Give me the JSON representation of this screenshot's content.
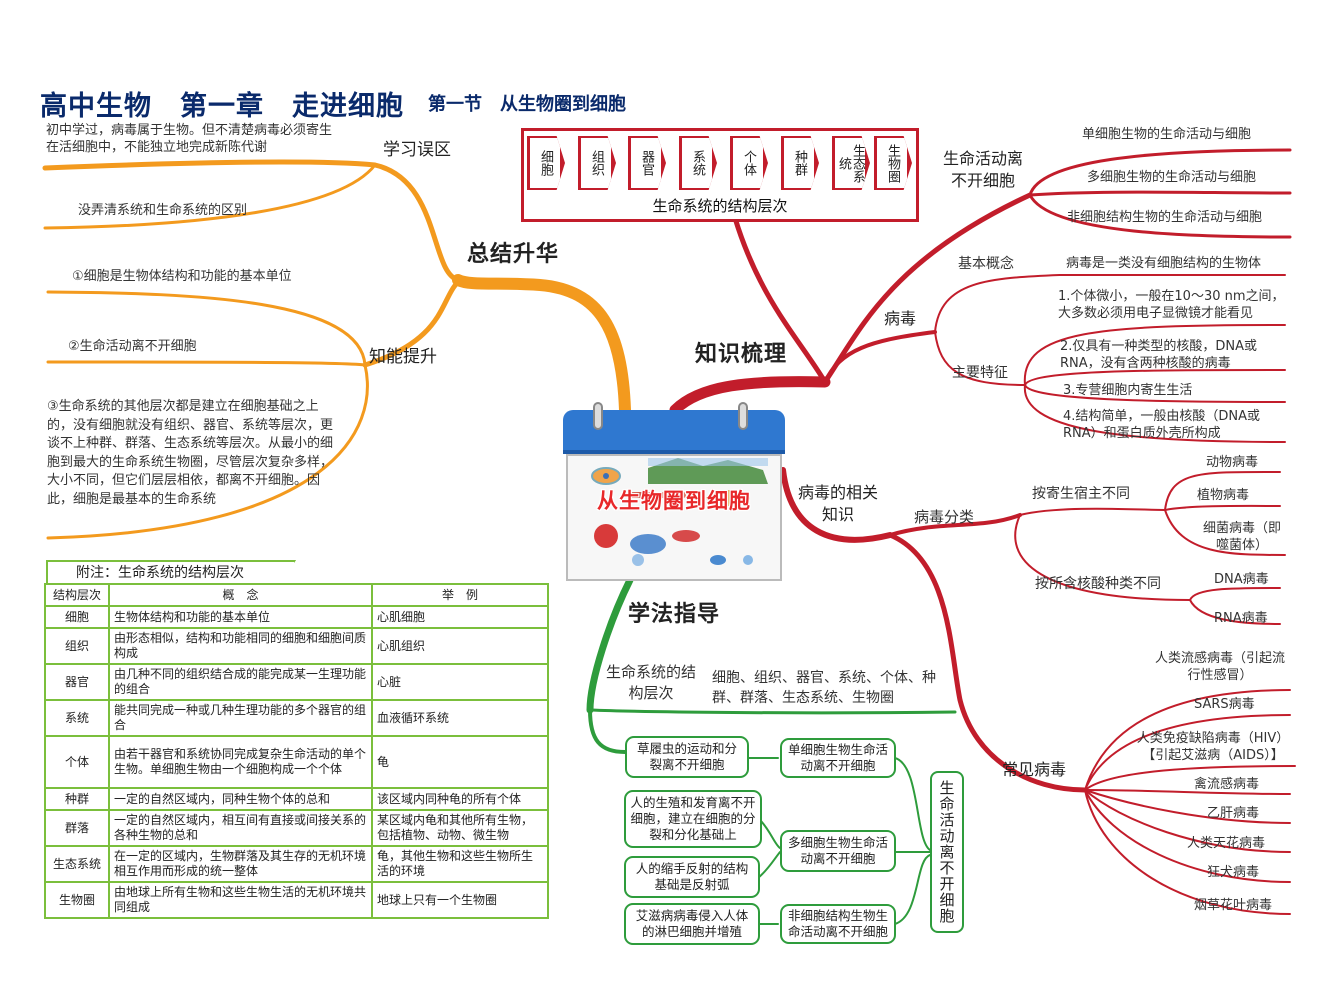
{
  "header": {
    "title": "高中生物　第一章　走进细胞",
    "subtitle": "第一节　从生物圈到细胞"
  },
  "center": {
    "label": "从生物圈到细胞"
  },
  "summary": {
    "title": "总结升华",
    "mistakes": {
      "title": "学习误区",
      "items": [
        "初中学过，病毒属于生物。但不清楚病毒必须寄生在活细胞中，不能独立地完成新陈代谢",
        "没弄清系统和生命系统的区别"
      ]
    },
    "improve": {
      "title": "知能提升",
      "items": [
        "①细胞是生物体结构和功能的基本单位",
        "②生命活动离不开细胞",
        "③生命系统的其他层次都是建立在细胞基础之上的，没有细胞就没有组织、器官、系统等层次，更谈不上种群、群落、生态系统等层次。从最小的细胞到最大的生命系统生物圈，尽管层次复杂多样，大小不同，但它们层层相依，都离不开细胞。因此，细胞是最基本的生命系统"
      ]
    }
  },
  "hierarchy": {
    "items": [
      "细胞",
      "组织",
      "器官",
      "系统",
      "个体",
      "种群",
      "生态系统",
      "生物圈"
    ],
    "caption": "生命系统的结构层次"
  },
  "knowledge": {
    "title": "知识梳理",
    "life_activity": {
      "title": "生命活动离不开细胞",
      "items": [
        "单细胞生物的生命活动与细胞",
        "多细胞生物的生命活动与细胞",
        "非细胞结构生物的生命活动与细胞"
      ]
    },
    "virus": {
      "title": "病毒",
      "basic_concept": {
        "label": "基本概念",
        "text": "病毒是一类没有细胞结构的生物体"
      },
      "features": {
        "label": "主要特征",
        "items": [
          "1.个体微小，一般在10～30 nm之间，大多数必须用电子显微镜才能看见",
          "2.仅具有一种类型的核酸，DNA或RNA，没有含两种核酸的病毒",
          "3.专营细胞内寄生生活",
          "4.结构简单，一般由核酸（DNA或RNA）和蛋白质外壳所构成"
        ]
      }
    }
  },
  "virus_related": {
    "title": "病毒的相关知识",
    "classification": {
      "title": "病毒分类",
      "by_host": {
        "label": "按寄生宿主不同",
        "items": [
          "动物病毒",
          "植物病毒",
          "细菌病毒（即噬菌体）"
        ]
      },
      "by_nucleic": {
        "label": "按所含核酸种类不同",
        "items": [
          "DNA病毒",
          "RNA病毒"
        ]
      }
    },
    "common": {
      "title": "常见病毒",
      "items": [
        "人类流感病毒（引起流行性感冒）",
        "SARS病毒",
        "人类免疫缺陷病毒（HIV）【引起艾滋病（AIDS）】",
        "禽流感病毒",
        "乙肝病毒",
        "人类天花病毒",
        "狂犬病毒",
        "烟草花叶病毒"
      ]
    }
  },
  "method": {
    "title": "学法指导",
    "levels_label": "生命系统的结构层次",
    "levels_text": "细胞、组织、器官、系统、个体、种群、群落、生态系统、生物圈",
    "examples": [
      "草履虫的运动和分裂离不开细胞",
      "人的生殖和发育离不开细胞，建立在细胞的分裂和分化基础上",
      "人的缩手反射的结构基础是反射弧",
      "艾滋病病毒侵入人体的淋巴细胞并增殖"
    ],
    "categories": [
      "单细胞生物生命活动离不开细胞",
      "多细胞生物生命活动离不开细胞",
      "非细胞结构生物生命活动离不开细胞"
    ],
    "conclusion": "生命活动离不开细胞"
  },
  "appendix": {
    "tab": "附注：生命系统的结构层次",
    "headers": [
      "结构层次",
      "概　念",
      "举　例"
    ],
    "rows": [
      [
        "细胞",
        "生物体结构和功能的基本单位",
        "心肌细胞"
      ],
      [
        "组织",
        "由形态相似，结构和功能相同的细胞和细胞间质构成",
        "心肌组织"
      ],
      [
        "器官",
        "由几种不同的组织结合成的能完成某一生理功能的组合",
        "心脏"
      ],
      [
        "系统",
        "能共同完成一种或几种生理功能的多个器官的组合",
        "血液循环系统"
      ],
      [
        "个体",
        "由若干器官和系统协同完成复杂生命活动的单个生物。单细胞生物由一个细胞构成一个个体",
        "龟"
      ],
      [
        "种群",
        "一定的自然区域内，同种生物个体的总和",
        "该区域内同种龟的所有个体"
      ],
      [
        "群落",
        "一定的自然区域内，相互间有直接或间接关系的各种生物的总和",
        "某区域内龟和其他所有生物，包括植物、动物、微生物"
      ],
      [
        "生态系统",
        "在一定的区域内，生物群落及其生存的无机环境相互作用而形成的统一整体",
        "龟，其他生物和这些生物所生活的环境"
      ],
      [
        "生物圈",
        "由地球上所有生物和这些生物生活的无机环境共同组成",
        "地球上只有一个生物圈"
      ]
    ]
  },
  "colors": {
    "orange": "#f39a1e",
    "red": "#c21d2b",
    "green": "#2e9c3c",
    "table": "#7bbf3c",
    "title": "#0a2a6b"
  }
}
